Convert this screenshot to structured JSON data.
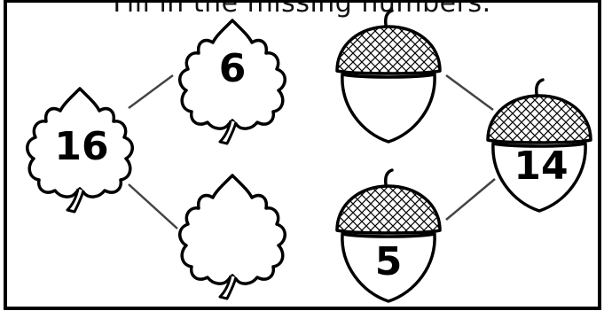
{
  "worksheet": {
    "instruction": "Fill in the missing numbers.",
    "leaf_bond": {
      "whole": "16",
      "part_top": "6",
      "part_bottom": ""
    },
    "acorn_bond": {
      "whole": "14",
      "part_top": "",
      "part_bottom": "5"
    }
  },
  "colors": {
    "ink": "#000000",
    "background": "#ffffff"
  }
}
